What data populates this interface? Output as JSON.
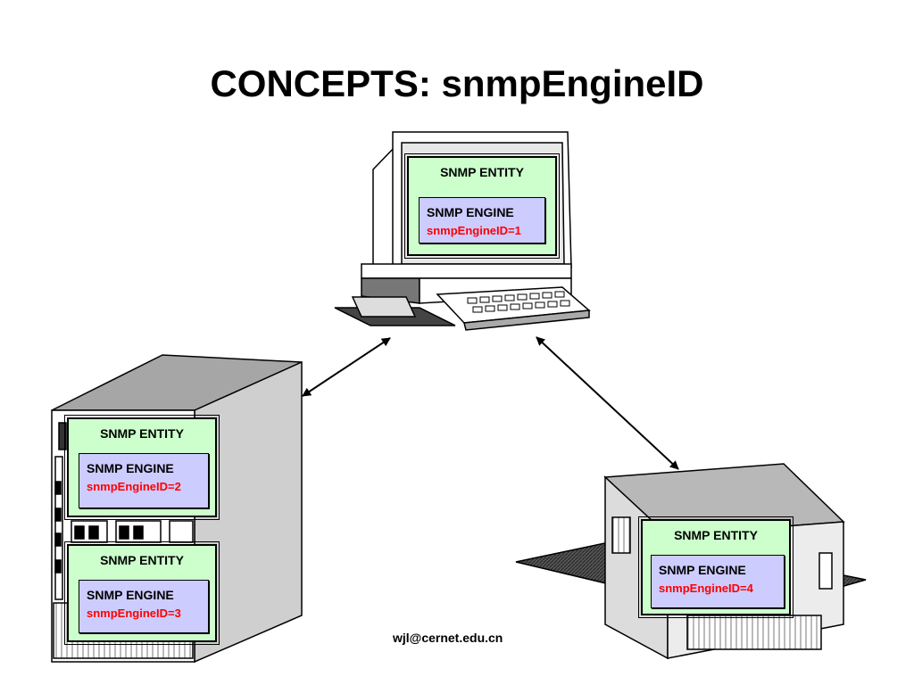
{
  "title": "CONCEPTS: snmpEngineID",
  "entities": [
    {
      "entity_label": "SNMP ENTITY",
      "engine_label": "SNMP ENGINE",
      "engine_id": "snmpEngineID=1",
      "host": "workstation"
    },
    {
      "entity_label": "SNMP ENTITY",
      "engine_label": "SNMP ENGINE",
      "engine_id": "snmpEngineID=2",
      "host": "server-tower"
    },
    {
      "entity_label": "SNMP ENTITY",
      "engine_label": "SNMP ENGINE",
      "engine_id": "snmpEngineID=3",
      "host": "server-tower"
    },
    {
      "entity_label": "SNMP ENTITY",
      "engine_label": "SNMP ENGINE",
      "engine_id": "snmpEngineID=4",
      "host": "printer"
    }
  ],
  "footer": "wjl@cernet.edu.cn",
  "colors": {
    "entity_fill": "#ccffcc",
    "engine_fill": "#ccccff",
    "engine_id_text": "#ff0000"
  }
}
